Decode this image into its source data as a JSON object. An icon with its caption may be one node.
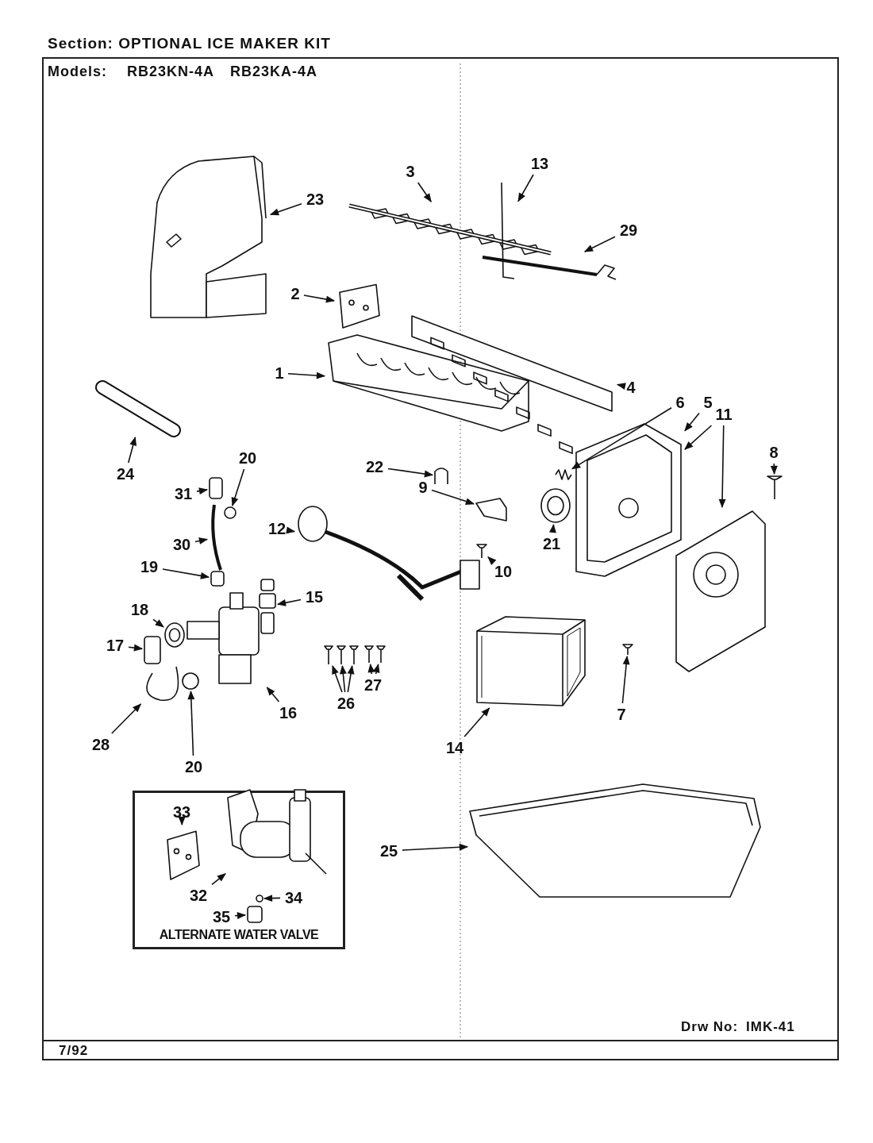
{
  "diagram": {
    "title": "Section: OPTIONAL ICE MAKER KIT",
    "nodes": [
      {
        "text": [
          "3"
        ]
      },
      {
        "text": [],
        "shape": "picture"
      },
      {
        "text": [
          "13"
        ]
      },
      {
        "text": [],
        "shape": "picture"
      },
      {
        "text": [
          "29"
        ]
      },
      {
        "text": [],
        "shape": "picture"
      },
      {
        "text": [
          "23"
        ]
      },
      {
        "text": [],
        "shape": "picture"
      },
      {
        "text": [
          "2"
        ]
      },
      {
        "text": [],
        "shape": "picture"
      },
      {
        "text": [
          "1"
        ]
      },
      {
        "text": [],
        "shape": "picture"
      },
      {
        "text": [
          "4"
        ]
      },
      {
        "text": [],
        "shape": "picture"
      },
      {
        "text": [
          "6"
        ]
      },
      {
        "text": [],
        "shape": "picture"
      },
      {
        "text": [
          "5"
        ]
      },
      {
        "text": [],
        "shape": "picture"
      },
      {
        "text": [
          "11"
        ]
      },
      {
        "text": [],
        "shape": "picture"
      },
      {
        "text": [
          "8"
        ]
      },
      {
        "text": [],
        "shape": "picture"
      },
      {
        "text": [
          "24"
        ]
      },
      {
        "text": [],
        "shape": "picture"
      },
      {
        "text": [
          "20"
        ]
      },
      {
        "text": [],
        "shape": "circle"
      },
      {
        "text": [
          "31"
        ]
      },
      {
        "text": [],
        "shape": "box"
      },
      {
        "text": [
          "30"
        ]
      },
      {
        "text": [],
        "shape": "picture"
      },
      {
        "text": [
          "19"
        ]
      },
      {
        "text": [],
        "shape": "box"
      },
      {
        "text": [
          "22"
        ]
      },
      {
        "text": [],
        "shape": "picture"
      },
      {
        "text": [
          "12"
        ]
      },
      {
        "text": [],
        "shape": "picture"
      },
      {
        "text": [
          "9"
        ]
      },
      {
        "text": [],
        "shape": "picture"
      },
      {
        "text": [
          "21"
        ]
      },
      {
        "text": [],
        "shape": "picture"
      },
      {
        "text": [
          "10"
        ]
      },
      {
        "text": [],
        "shape": "picture"
      },
      {
        "text": [
          "15"
        ]
      },
      {
        "text": [],
        "shape": "picture"
      },
      {
        "text": [
          "18"
        ]
      },
      {
        "text": [],
        "shape": "picture"
      },
      {
        "text": [
          "17"
        ]
      },
      {
        "text": [],
        "shape": "box"
      },
      {
        "text": [
          "16"
        ]
      },
      {
        "text": [],
        "shape": "picture"
      },
      {
        "text": [
          "28"
        ]
      },
      {
        "text": [],
        "shape": "picture"
      },
      {
        "text": [
          "20"
        ]
      },
      {
        "text": [],
        "shape": "circle"
      },
      {
        "text": [
          "26"
        ]
      },
      {
        "text": [],
        "shape": "picture"
      },
      {
        "text": [],
        "shape": "picture"
      },
      {
        "text": [],
        "shape": "picture"
      },
      {
        "text": [
          "27"
        ]
      },
      {
        "text": [],
        "shape": "picture"
      },
      {
        "text": [],
        "shape": "picture"
      },
      {
        "text": [
          "14"
        ]
      },
      {
        "text": [],
        "shape": "picture"
      },
      {
        "text": [
          "7"
        ]
      },
      {
        "text": [],
        "shape": "picture"
      },
      {
        "text": [
          "25"
        ]
      },
      {
        "text": [],
        "shape": "picture"
      },
      {
        "text": [
          "ALTERNATE WATER VALVE"
        ]
      },
      {
        "text": [
          "33"
        ],
        "in": 67
      },
      {
        "text": [],
        "shape": "picture",
        "in": 67
      },
      {
        "text": [
          "32"
        ],
        "in": 67
      },
      {
        "text": [],
        "shape": "picture",
        "in": 67
      },
      {
        "text": [
          "34"
        ],
        "in": 67
      },
      {
        "text": [],
        "shape": "circle",
        "in": 67
      },
      {
        "text": [
          "35"
        ],
        "in": 67
      },
      {
        "text": [],
        "shape": "box",
        "in": 67
      }
    ],
    "edges": [
      {
        "from": 0,
        "to": 1,
        "arrow": "to"
      },
      {
        "from": 2,
        "to": 3,
        "arrow": "to"
      },
      {
        "from": 4,
        "to": 5,
        "arrow": "to"
      },
      {
        "from": 6,
        "to": 7,
        "arrow": "to"
      },
      {
        "from": 8,
        "to": 9,
        "arrow": "to"
      },
      {
        "from": 10,
        "to": 11,
        "arrow": "to"
      },
      {
        "from": 12,
        "to": 13,
        "arrow": "to"
      },
      {
        "from": 14,
        "to": 15,
        "arrow": "to"
      },
      {
        "from": 16,
        "to": 17,
        "arrow": "to"
      },
      {
        "from": 18,
        "to": 17,
        "arrow": "to"
      },
      {
        "from": 18,
        "to": 19,
        "arrow": "to"
      },
      {
        "from": 20,
        "to": 21,
        "arrow": "to"
      },
      {
        "from": 22,
        "to": 23,
        "arrow": "to"
      },
      {
        "from": 24,
        "to": 25,
        "arrow": "to"
      },
      {
        "from": 26,
        "to": 27,
        "arrow": "to"
      },
      {
        "from": 28,
        "to": 29,
        "arrow": "to"
      },
      {
        "from": 30,
        "to": 31,
        "arrow": "to"
      },
      {
        "from": 32,
        "to": 33,
        "arrow": "to"
      },
      {
        "from": 34,
        "to": 35,
        "arrow": "to"
      },
      {
        "from": 36,
        "to": 37,
        "arrow": "to"
      },
      {
        "from": 38,
        "to": 39,
        "arrow": "to"
      },
      {
        "from": 40,
        "to": 41,
        "arrow": "to"
      },
      {
        "from": 42,
        "to": 43,
        "arrow": "to"
      },
      {
        "from": 44,
        "to": 45,
        "arrow": "to"
      },
      {
        "from": 46,
        "to": 47,
        "arrow": "to"
      },
      {
        "from": 48,
        "to": 49,
        "arrow": "to"
      },
      {
        "from": 50,
        "to": 51,
        "arrow": "to"
      },
      {
        "from": 52,
        "to": 53,
        "arrow": "to"
      },
      {
        "from": 54,
        "to": 55,
        "arrow": "to"
      },
      {
        "from": 54,
        "to": 56,
        "arrow": "to"
      },
      {
        "from": 54,
        "to": 57,
        "arrow": "to"
      },
      {
        "from": 58,
        "to": 59,
        "arrow": "to"
      },
      {
        "from": 58,
        "to": 60,
        "arrow": "to"
      },
      {
        "from": 61,
        "to": 62,
        "arrow": "to"
      },
      {
        "from": 63,
        "to": 64,
        "arrow": "to"
      },
      {
        "from": 65,
        "to": 66,
        "arrow": "to"
      },
      {
        "from": 68,
        "to": 69,
        "arrow": "to"
      },
      {
        "from": 70,
        "to": 71,
        "arrow": "to"
      },
      {
        "from": 72,
        "to": 73,
        "arrow": "to"
      },
      {
        "from": 74,
        "to": 75,
        "arrow": "to"
      }
    ],
    "labels": [
      "Models:",
      "RB23KN-4A",
      "RB23KA-4A",
      "7/92",
      "Drw No:",
      "IMK-41"
    ]
  }
}
